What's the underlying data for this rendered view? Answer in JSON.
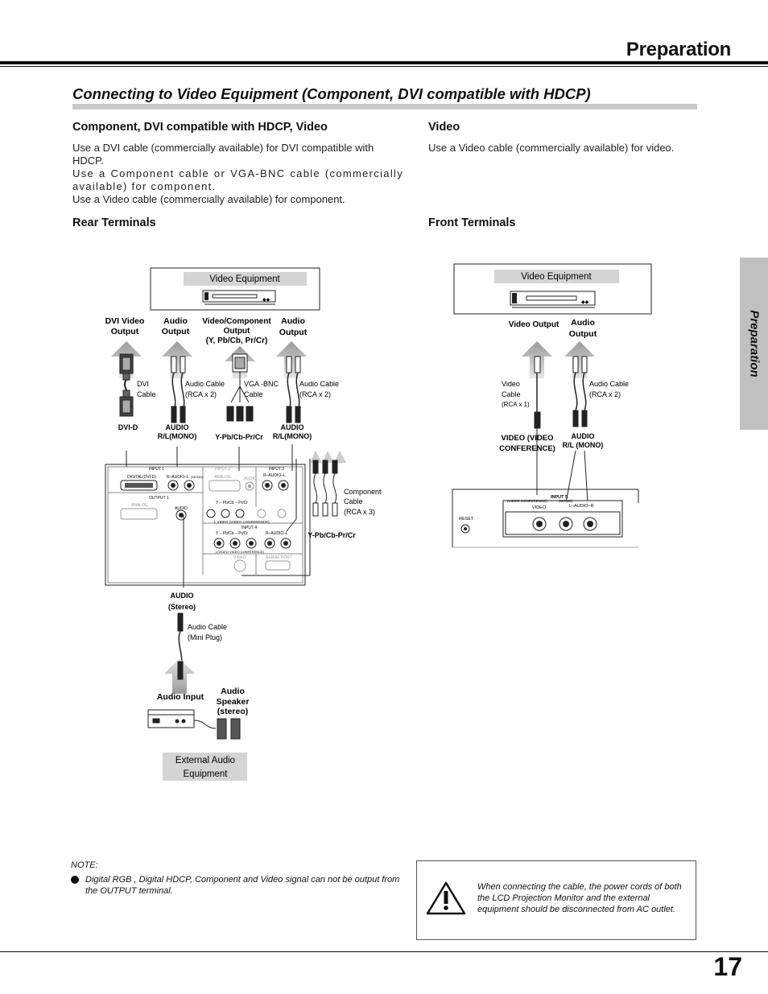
{
  "header": {
    "title": "Preparation"
  },
  "section_title": "Connecting to Video Equipment (Component, DVI compatible with HDCP)",
  "left_column": {
    "heading": "Component, DVI compatible with HDCP, Video",
    "para1": "Use a DVI cable (commercially available) for DVI compatible with HDCP.",
    "para2": "Use a Component cable or VGA-BNC cable (commercially available) for component.",
    "para3": "Use a Video cable (commercially available) for component.",
    "rear_heading": "Rear Terminals"
  },
  "right_column": {
    "heading": "Video",
    "para1": "Use a Video cable (commercially available) for video.",
    "front_heading": "Front Terminals"
  },
  "side_tab": "Preparation",
  "rear_diagram": {
    "video_equipment": "Video Equipment",
    "dvi_video_output_1": "DVI Video",
    "dvi_video_output_2": "Output",
    "audio_output_a_1": "Audio",
    "audio_output_a_2": "Output",
    "component_output_1": "Video/Component",
    "component_output_2": "Output",
    "component_output_3": "(Y, Pb/Cb, Pr/Cr)",
    "audio_output_b_1": "Audio",
    "audio_output_b_2": "Output",
    "dvi_cable_1": "DVI",
    "dvi_cable_2": "Cable",
    "audio_cable_a_1": "Audio Cable",
    "audio_cable_a_2": "(RCA x 2)",
    "vga_bnc_1": "VGA -BNC",
    "vga_bnc_2": "Cable",
    "audio_cable_b_1": "Audio Cable",
    "audio_cable_b_2": "(RCA x 2)",
    "dvi_d": "DVI-D",
    "audio_rl_mono_a_1": "AUDIO",
    "audio_rl_mono_a_2": "R/L(MONO)",
    "ypbcbprcr_a": "Y-Pb/Cb-Pr/Cr",
    "audio_rl_mono_b_1": "AUDIO",
    "audio_rl_mono_b_2": "R/L(MONO)",
    "component_cable_1": "Component",
    "component_cable_2": "Cable",
    "component_cable_3": "(RCA x 3)",
    "ypbcbprcr_b": "Y-Pb/Cb-Pr/Cr",
    "panel_input1": "INPUT 1",
    "panel_input2": "INPUT 2",
    "panel_input3": "INPUT 3",
    "panel_digital": "DIGITAL(DVI-D)",
    "panel_r_audio_l": "R–AUDIO–L",
    "panel_mono": "(MONO)",
    "panel_analog": "ANALOG",
    "panel_audio": "AUDIO",
    "panel_output1": "OUTPUT 1",
    "panel_y_pbcb_prcr": "Y – Pb/Cb – Pr/Cr",
    "panel_l_video": "L VIDEO (VIDEO CONFERENCE)",
    "panel_input4": "INPUT 4",
    "panel_y_pbcb_prcr_2": "Y – Pb/Cb – Pr/Cr",
    "panel_r_audio_l_2": "R–AUDIO–L",
    "panel_l_video_2": "L(VIDEO VIDEO CONFERENCE)",
    "panel_video": "VIDEO",
    "panel_serial": "SERIAL PORT",
    "audio_stereo_1": "AUDIO",
    "audio_stereo_2": "(Stereo)",
    "audio_cable_mini_1": "Audio Cable",
    "audio_cable_mini_2": "(Mini Plug)",
    "audio_input": "Audio Input",
    "audio_speaker_1": "Audio",
    "audio_speaker_2": "Speaker",
    "audio_speaker_3": "(stereo)",
    "external_audio_1": "External Audio",
    "external_audio_2": "Equipment"
  },
  "front_diagram": {
    "video_equipment": "Video Equipment",
    "video_output": "Video Output",
    "audio_output_1": "Audio",
    "audio_output_2": "Output",
    "video_cable_1": "Video",
    "video_cable_2": "Cable",
    "video_cable_3": "(RCA x 1)",
    "audio_cable_1": "Audio Cable",
    "audio_cable_2": "(RCA x 2)",
    "video_conf_1": "VIDEO (VIDEO",
    "video_conf_2": "CONFERENCE)",
    "audio_rl_1": "AUDIO",
    "audio_rl_2": "R/L (MONO)",
    "panel_input5": "INPUT 5",
    "panel_video_conf": "(VIDEO CONFERENCE)",
    "panel_mono": "(MONO)",
    "panel_video": "VIDEO",
    "panel_audio": "L–AUDIO–R",
    "panel_reset": "RESET"
  },
  "note": {
    "label": "NOTE:",
    "text": "Digital RGB , Digital HDCP, Component and Video signal can not be output from the OUTPUT terminal."
  },
  "warning": {
    "text": "When connecting the cable, the power cords of both the LCD Projection Monitor and the external equipment should be disconnected from AC outlet."
  },
  "page_number": "17"
}
